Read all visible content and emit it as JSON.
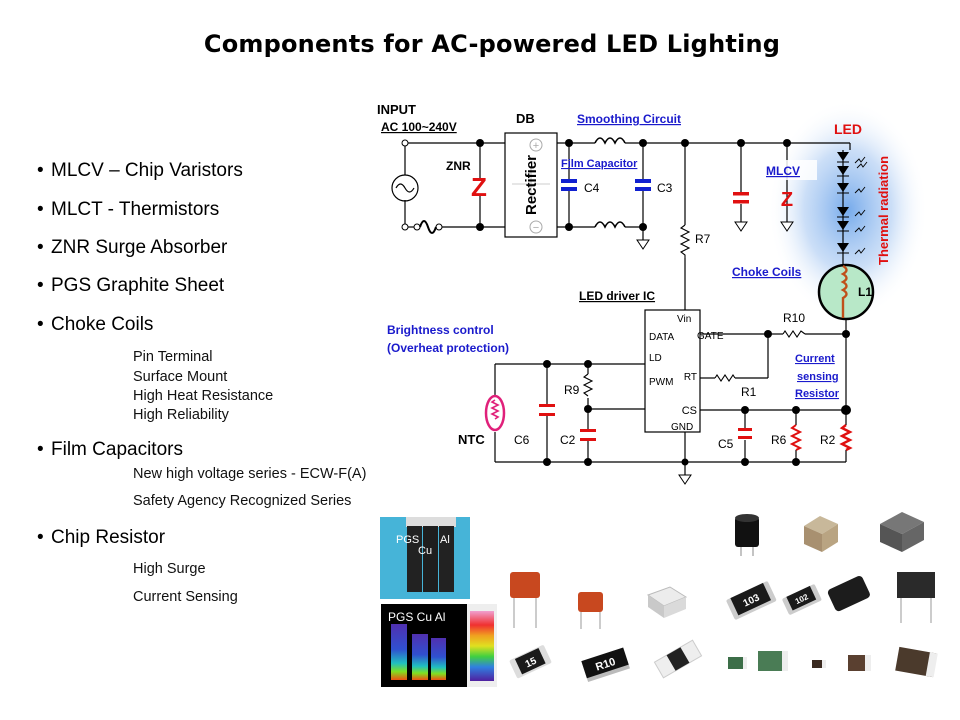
{
  "title": "Components for AC-powered LED Lighting",
  "bullets": [
    {
      "label": "MLCV – Chip Varistors",
      "sub": []
    },
    {
      "label": "MLCT - Thermistors",
      "sub": []
    },
    {
      "label": "ZNR Surge Absorber",
      "sub": []
    },
    {
      "label": "PGS Graphite Sheet",
      "sub": []
    },
    {
      "label": "Choke Coils",
      "sub": [
        "Pin Terminal",
        "Surface Mount",
        "High Heat Resistance",
        "High Reliability"
      ]
    },
    {
      "label": "Film Capacitors",
      "sub": [
        "New high voltage series - ECW-F(A)",
        "Safety Agency Recognized Series"
      ]
    },
    {
      "label": "Chip Resistor",
      "sub": [
        "High Surge",
        "Current Sensing"
      ]
    }
  ],
  "bullet_glyph": "•",
  "schematic": {
    "input_label": "INPUT",
    "ac_label": "AC 100~240V",
    "db_label": "DB",
    "rectifier_label": "Rectifier",
    "plus": "+",
    "minus": "−",
    "znr_label": "ZNR",
    "smoothing_label": "Smoothing Circuit",
    "film_cap_label": "Film Capacitor",
    "c4": "C4",
    "c3": "C3",
    "r7": "R7",
    "mlcv_label": "MLCV",
    "led_label": "LED",
    "thermal_label": "Thermal radiation",
    "choke_label": "Choke Coils",
    "l1": "L1",
    "driver_label": "LED driver IC",
    "ic_pins": {
      "vin": "Vin",
      "data": "DATA",
      "gate": "GATE",
      "ld": "LD",
      "pwm": "PWM",
      "rt": "RT",
      "cs": "CS",
      "gnd": "GND"
    },
    "r10": "R10",
    "r1": "R1",
    "current_label": [
      "Current",
      "sensing",
      "Resistor"
    ],
    "brightness_label": [
      "Brightness control",
      "(Overheat protection)"
    ],
    "ntc": "NTC",
    "c6": "C6",
    "r9": "R9",
    "c2": "C2",
    "c5": "C5",
    "r6": "R6",
    "r2": "R2",
    "colors": {
      "blue_label": "#1a1acc",
      "red": "#e01010",
      "film_cap": "#1020d0",
      "ntc": "#e0207a",
      "choke_fill": "#b8e8c8",
      "led_glow": "#9cc4f0"
    }
  },
  "photos": {
    "pgs_top_labels": [
      "PGS",
      "Cu",
      "Al"
    ],
    "pgs_thermal_labels": "PGS Cu Al",
    "resistor_marks": [
      "15",
      "R10",
      "103",
      "102"
    ]
  }
}
